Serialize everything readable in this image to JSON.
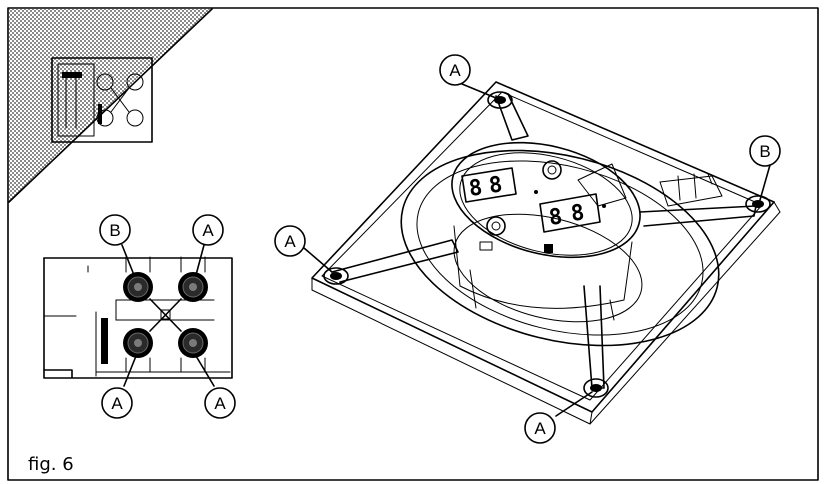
{
  "caption": "fig. 6",
  "callouts": {
    "a_top": "A",
    "a_left": "A",
    "a_bottom": "A",
    "b_right": "B",
    "inset_b": "B",
    "inset_a_top_right": "A",
    "inset_a_bottom_left": "A",
    "inset_a_bottom_right": "A"
  },
  "colors": {
    "line": "#000000",
    "background": "#ffffff",
    "hatch": "#8a8a8a"
  }
}
